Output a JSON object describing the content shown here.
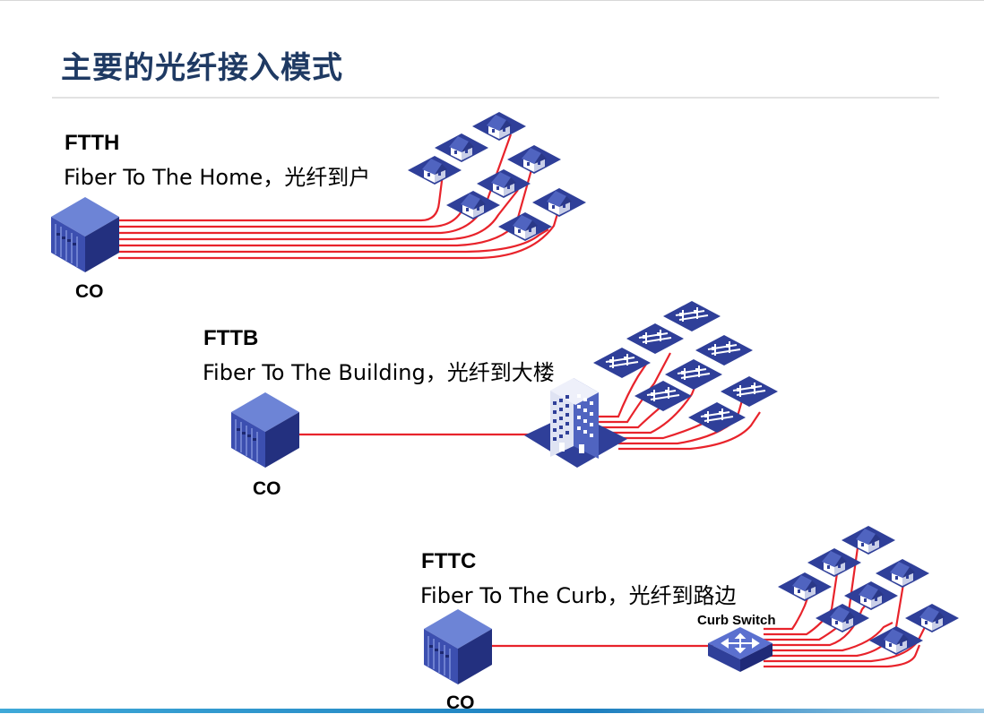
{
  "slide": {
    "title": "主要的光纤接入模式"
  },
  "modes": [
    {
      "code": "FTTH",
      "description": "Fiber To The Home，光纤到户",
      "origin_label": "CO"
    },
    {
      "code": "FTTB",
      "description": "Fiber To The Building，光纤到大楼",
      "origin_label": "CO"
    },
    {
      "code": "FTTC",
      "description": "Fiber To The Curb，光纤到路边",
      "origin_label": "CO",
      "node_label": "Curb Switch"
    }
  ],
  "colors": {
    "fiber": "#e8232b",
    "equipment": "#2f3f99",
    "title": "#1f3a63"
  }
}
